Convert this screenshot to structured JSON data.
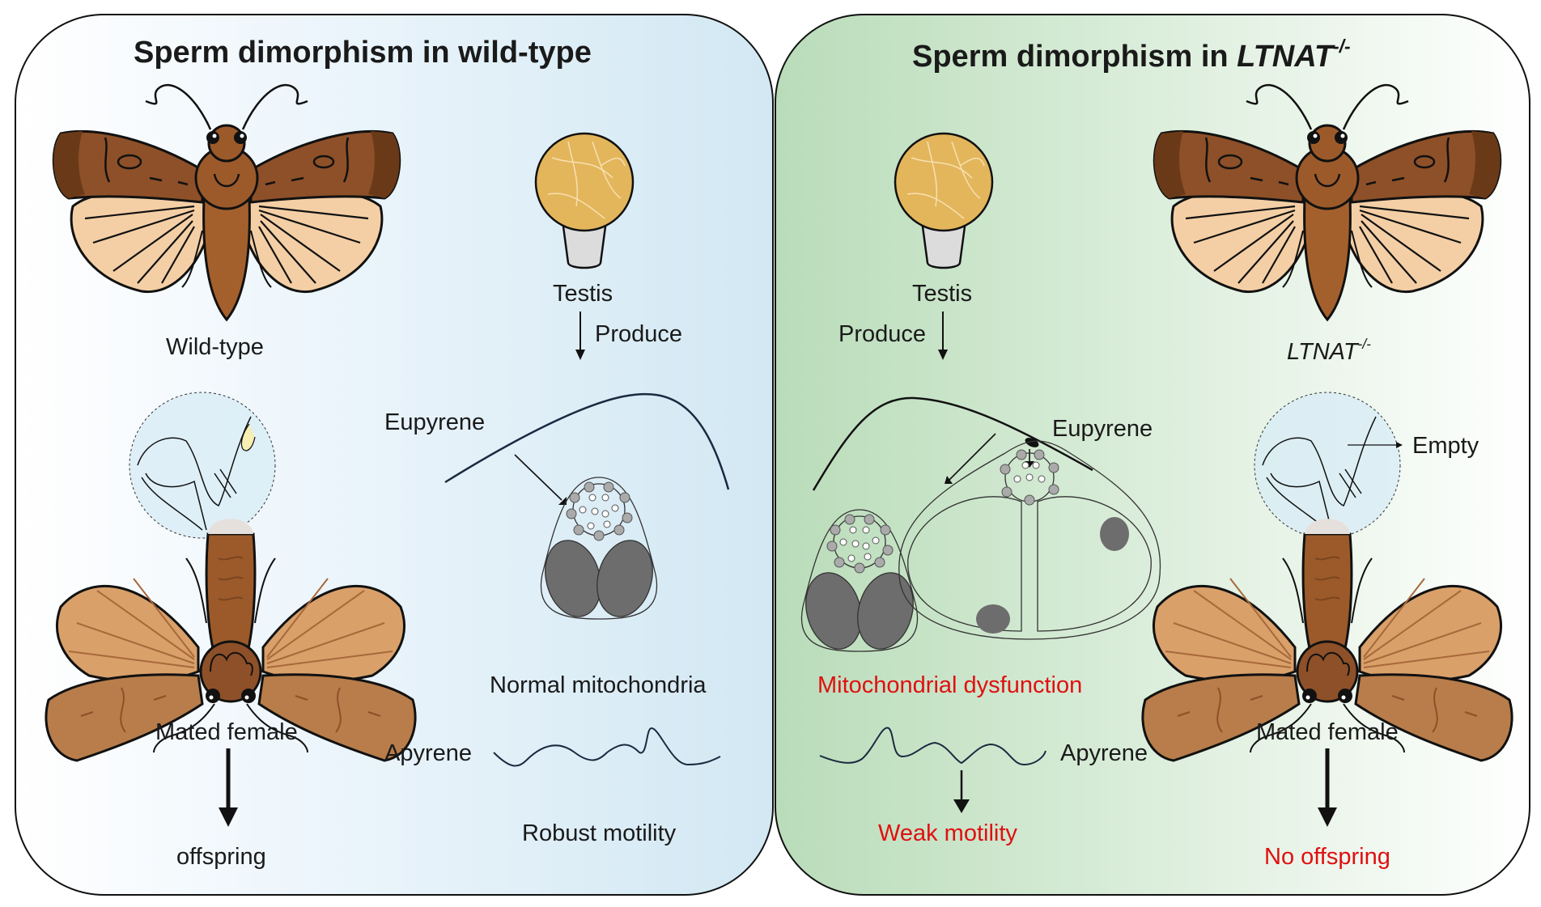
{
  "left_panel": {
    "title": "Sperm dimorphism in wild-type",
    "male_label": "Wild-type",
    "testis_label": "Testis",
    "produce_label": "Produce",
    "eupyrene_label": "Eupyrene",
    "mito_label": "Normal mitochondria",
    "apyrene_label": "Apyrene",
    "motility_label": "Robust motility",
    "female_label": "Mated female",
    "outcome_label": "offspring",
    "background_color": "#d2e8f3"
  },
  "right_panel": {
    "title_prefix": "Sperm dimorphism in ",
    "title_gene": "LTNAT",
    "title_sup": "-/-",
    "male_label_gene": "LTNAT",
    "male_label_sup": "-/-",
    "testis_label": "Testis",
    "produce_label": "Produce",
    "eupyrene_label": "Eupyrene",
    "empty_label": "Empty",
    "mito_label": "Mitochondrial dysfunction",
    "apyrene_label": "Apyrene",
    "motility_label": "Weak motility",
    "female_label": "Mated female",
    "outcome_label": "No offspring",
    "background_color": "#b9dcb9"
  },
  "colors": {
    "highlight_red": "#e01010",
    "moth_dark_brown": "#7a4520",
    "moth_mid_brown": "#9c5a2a",
    "moth_hindwing": "#f4cfa5",
    "female_wing": "#d9a06a",
    "testis_yellow": "#e3b65c",
    "nucleus_gray": "#6d6d6d"
  }
}
